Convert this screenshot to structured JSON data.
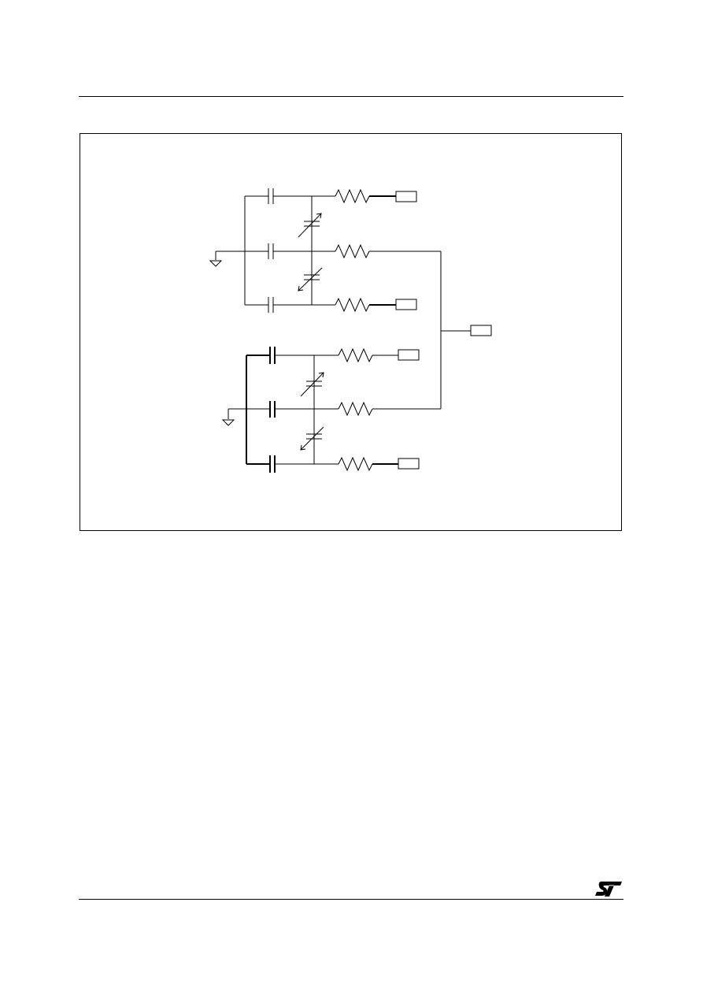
{
  "page": {
    "background": "#ffffff",
    "line_color": "#000000"
  },
  "header": {
    "rule": "horizontal-rule"
  },
  "figure": {
    "type": "circuit-schematic",
    "groups": [
      {
        "name": "upper-group",
        "branches": 3,
        "components": [
          "capacitor",
          "capacitor",
          "capacitor",
          "variable-capacitor",
          "variable-capacitor",
          "resistor",
          "resistor",
          "resistor"
        ],
        "terminals": 2,
        "ground": true
      },
      {
        "name": "lower-group",
        "branches": 3,
        "components": [
          "capacitor",
          "capacitor",
          "capacitor",
          "variable-capacitor",
          "variable-capacitor",
          "resistor",
          "resistor",
          "resistor"
        ],
        "terminals": 2,
        "ground": true
      }
    ],
    "shared_output_terminal": true,
    "labels": []
  },
  "footer": {
    "logo": "st-logo-icon"
  }
}
